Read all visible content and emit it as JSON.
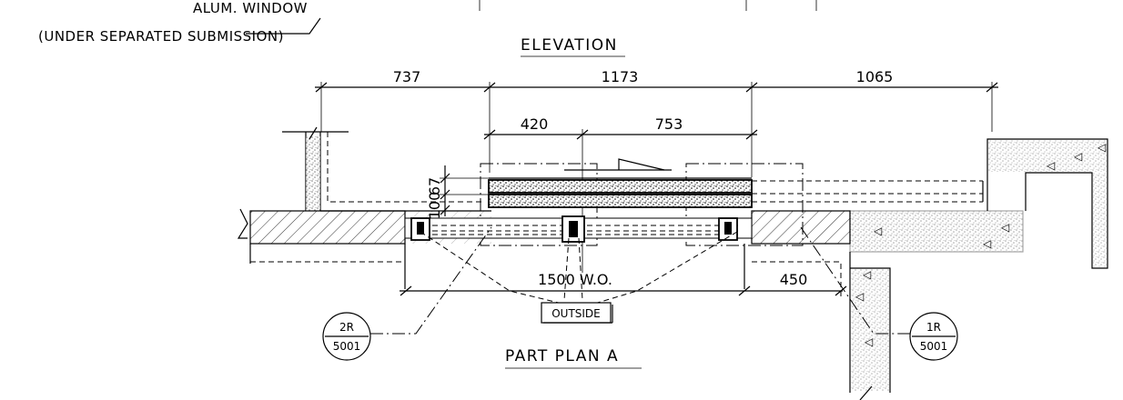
{
  "labels": {
    "window_note_line1": "ALUM. WINDOW",
    "window_note_line2": "(UNDER SEPARATED SUBMISSION)",
    "elevation_title": "ELEVATION",
    "plan_title": "PART PLAN A",
    "outside_tag": "OUTSIDE"
  },
  "dimensions": {
    "top_left": "737",
    "top_middle": "1173",
    "top_right": "1065",
    "inner_left": "420",
    "inner_right": "753",
    "side_upper": "67",
    "side_lower": "100",
    "opening": "1500 W.O.",
    "right_offset": "450"
  },
  "section_markers": [
    {
      "number": "2R",
      "sheet": "5001"
    },
    {
      "number": "1R",
      "sheet": "5001"
    }
  ]
}
